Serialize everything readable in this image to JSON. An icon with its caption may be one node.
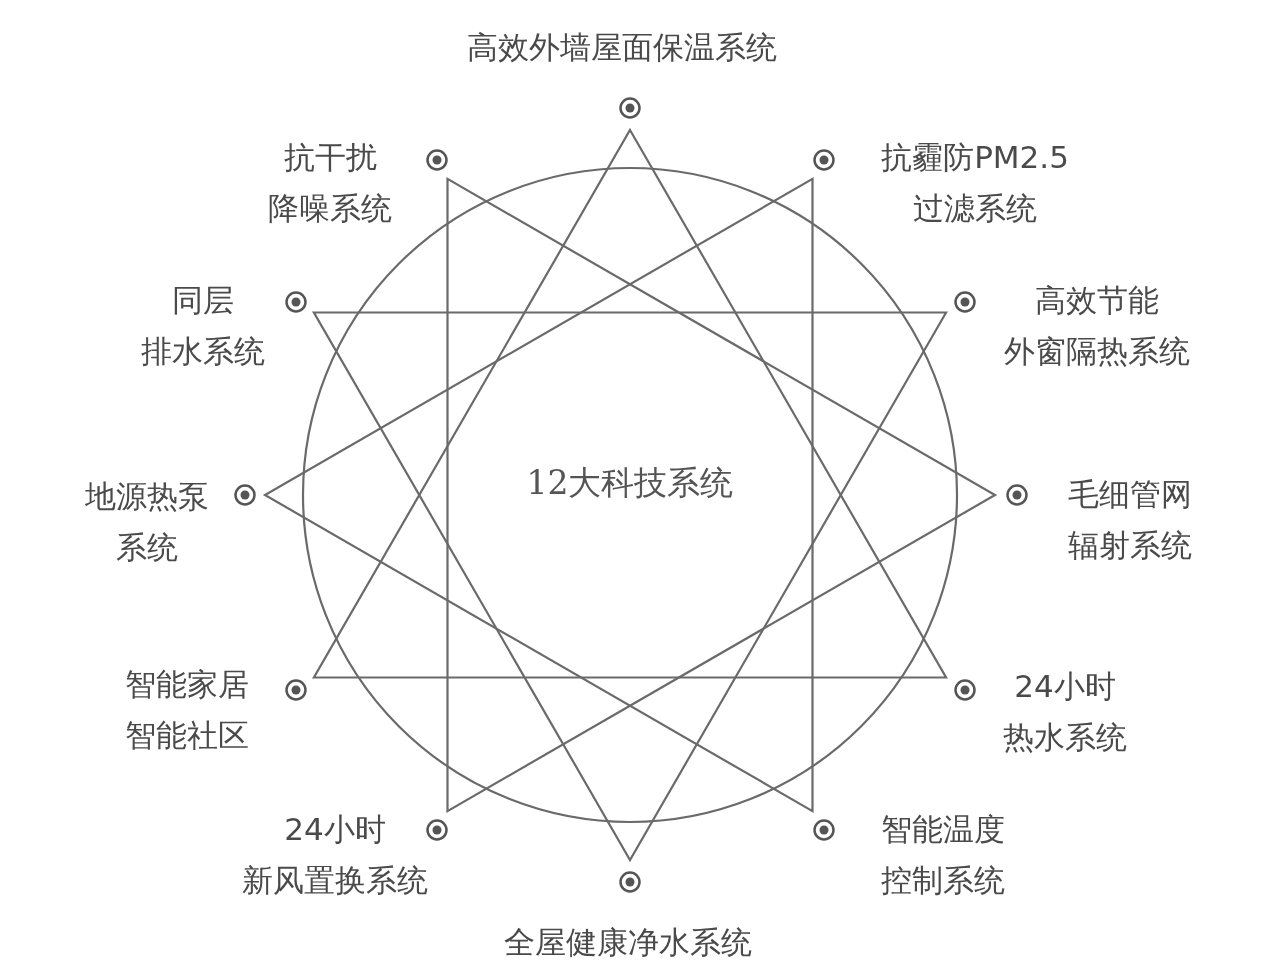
{
  "diagram": {
    "labels": [
      "高效外墙屋面保温系统",
      "抗干扰降噪系统",
      "抗霾防PM2.5过滤系统",
      "同层排水系统",
      "高效节能外窗隔热系统",
      "地源热泵系统",
      "12大科技系统",
      "毛细管网辐射系统",
      "智能家居智能社区",
      "24小时热水系统",
      "24小时新风置换系统",
      "智能温度控制系统",
      "全屋健康净水系统"
    ]
  }
}
